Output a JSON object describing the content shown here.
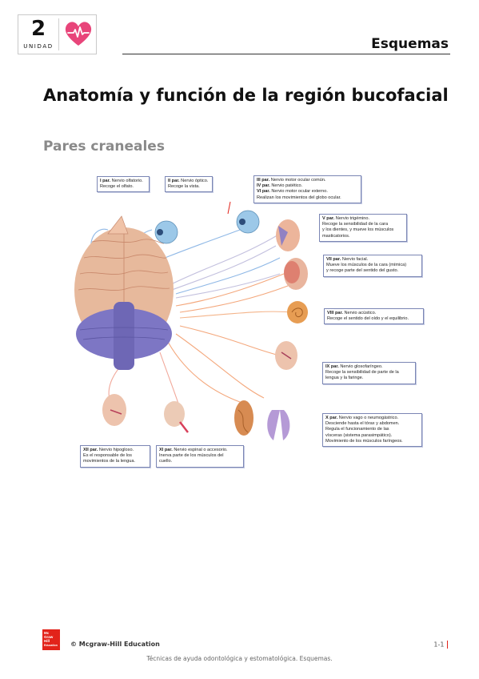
{
  "unit": {
    "number": "2",
    "label": "UNIDAD"
  },
  "header": {
    "section": "Esquemas"
  },
  "title": "Anatomía y función de la región bucofacial",
  "subtitle": "Pares craneales",
  "labels": [
    {
      "id": "I",
      "lines": [
        [
          "I par.",
          " Nervio olfatorio."
        ],
        [
          "",
          "Recoge el olfato."
        ]
      ]
    },
    {
      "id": "II",
      "lines": [
        [
          "II par.",
          " Nervio óptico."
        ],
        [
          "",
          "Recoge la vista."
        ]
      ]
    },
    {
      "id": "III-IV-VI",
      "lines": [
        [
          "III par.",
          " Nervio motor ocular común."
        ],
        [
          "IV par.",
          " Nervio patético."
        ],
        [
          "VI par.",
          " Nervio motor ocular externo."
        ],
        [
          "",
          "Realizan los movimientos del globo ocular."
        ]
      ]
    },
    {
      "id": "V",
      "lines": [
        [
          "V par.",
          " Nervio trigémino."
        ],
        [
          "",
          "Recoge la sensibilidad de la cara"
        ],
        [
          "",
          "y los dientes, y mueve los músculos"
        ],
        [
          "",
          "masticatorios."
        ]
      ]
    },
    {
      "id": "VII",
      "lines": [
        [
          "VII par.",
          " Nervio facial."
        ],
        [
          "",
          "Mueve los músculos de la cara (mímica)"
        ],
        [
          "",
          "y recoge parte del sentido del gusto."
        ]
      ]
    },
    {
      "id": "VIII",
      "lines": [
        [
          "VIII par.",
          " Nervio acústico."
        ],
        [
          "",
          "Recoge el sentido del oído y el equilibrio."
        ]
      ]
    },
    {
      "id": "IX",
      "lines": [
        [
          "IX par.",
          " Nervio glosofaríngeo."
        ],
        [
          "",
          "Recoge la sensibilidad de parte de la"
        ],
        [
          "",
          "lengua y la faringe."
        ]
      ]
    },
    {
      "id": "X",
      "lines": [
        [
          "X par.",
          " Nervio vago o neumogástrico."
        ],
        [
          "",
          "Desciende hasta el tórax y abdomen."
        ],
        [
          "",
          "Regula el funcionamiento de las"
        ],
        [
          "",
          "vísceras (sistema parasimpático)."
        ],
        [
          "",
          "Movimiento de los músculos faríngeos."
        ]
      ]
    },
    {
      "id": "XI",
      "lines": [
        [
          "XI par.",
          " Nervio espinal o accesorio."
        ],
        [
          "",
          "Inerva parte de los músculos del"
        ],
        [
          "",
          "cuello."
        ]
      ]
    },
    {
      "id": "XII",
      "lines": [
        [
          "XII par.",
          " Nervio hipogloso."
        ],
        [
          "",
          "Es el responsable de los"
        ],
        [
          "",
          "movimientos de la lengua."
        ]
      ]
    }
  ],
  "footer": {
    "logo_lines": [
      "Mc",
      "Graw",
      "Hill",
      "Education"
    ],
    "copyright": "© Mcgraw-Hill Education",
    "page": "1-1",
    "caption": "Técnicas de ayuda odontológica y estomatológica. Esquemas."
  },
  "colors": {
    "accent": "#e2231a",
    "heart": "#e8457a",
    "label_border": "#7b86b4",
    "brain": "#e7b99c",
    "cerebellum": "#7d76c4"
  },
  "icons": [
    "heart-pulse-icon"
  ]
}
